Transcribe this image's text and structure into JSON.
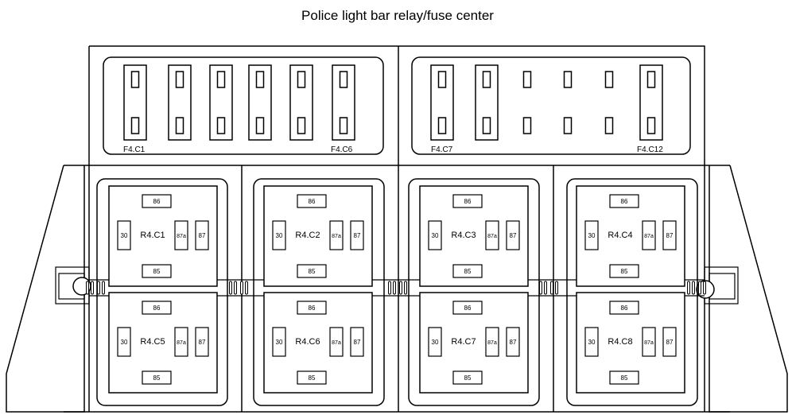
{
  "title": "Police light bar relay/fuse center",
  "fuse_labels": {
    "left_first": "F4.C1",
    "left_last": "F4.C6",
    "right_first": "F4.C7",
    "right_last": "F4.C12"
  },
  "relays": [
    {
      "name": "R4.C1"
    },
    {
      "name": "R4.C2"
    },
    {
      "name": "R4.C3"
    },
    {
      "name": "R4.C4"
    },
    {
      "name": "R4.C5"
    },
    {
      "name": "R4.C6"
    },
    {
      "name": "R4.C7"
    },
    {
      "name": "R4.C8"
    }
  ],
  "pins": {
    "top": "86",
    "bottom": "85",
    "left": "30",
    "mid": "87a",
    "right": "87"
  }
}
